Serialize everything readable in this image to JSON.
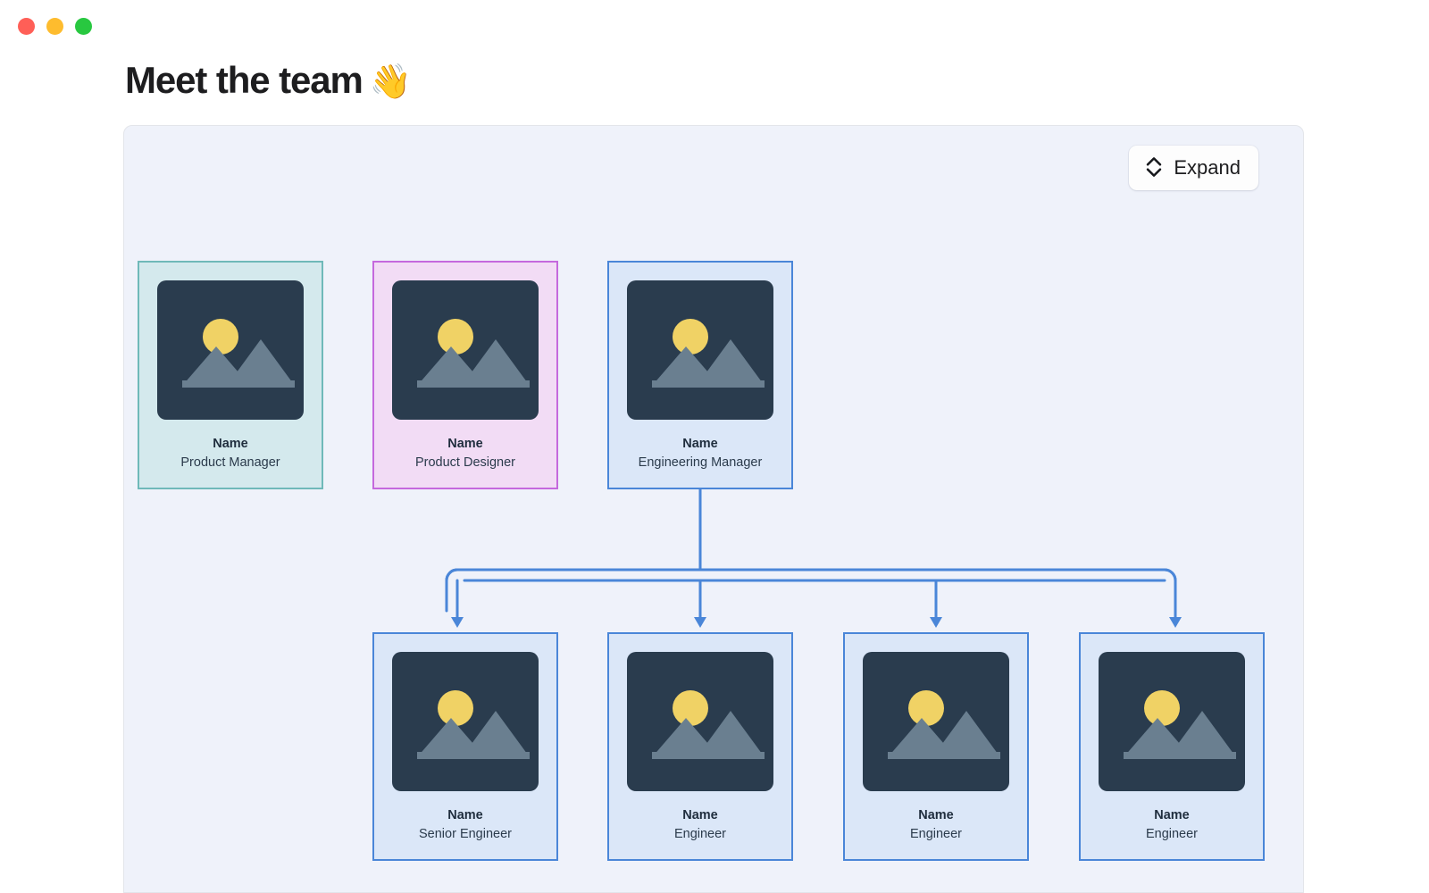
{
  "window": {
    "traffic_lights": [
      {
        "name": "close",
        "color": "#ff5f57"
      },
      {
        "name": "minimize",
        "color": "#febc2e"
      },
      {
        "name": "maximize",
        "color": "#28c840"
      }
    ]
  },
  "header": {
    "title": "Meet the team",
    "emoji": "👋"
  },
  "toolbar": {
    "expand_label": "Expand",
    "expand_icon": "chevron-up-down-icon"
  },
  "theme": {
    "canvas_bg": "#eff2fa",
    "connector": "#4a86d8",
    "teal_bg": "#d4e9ed",
    "teal_border": "#6fb9b9",
    "pink_bg": "#f2dcf5",
    "pink_border": "#c569dd",
    "blue_bg": "#dbe7f8",
    "blue_border": "#4a86d8",
    "avatar_bg": "#2a3c4e",
    "avatar_sun": "#f0d265",
    "avatar_mountain": "#6a7f90"
  },
  "chart_data": {
    "type": "diagram",
    "title": "Meet the team",
    "layout": "org-chart",
    "nodes": [
      {
        "id": "pm",
        "name": "Name",
        "role": "Product Manager",
        "theme": "teal",
        "row": 1,
        "col": 1
      },
      {
        "id": "pd",
        "name": "Name",
        "role": "Product Designer",
        "theme": "pink",
        "row": 1,
        "col": 2
      },
      {
        "id": "em",
        "name": "Name",
        "role": "Engineering Manager",
        "theme": "blue",
        "row": 1,
        "col": 3
      },
      {
        "id": "se1",
        "name": "Name",
        "role": "Senior Engineer",
        "theme": "blue",
        "row": 2,
        "col": 1
      },
      {
        "id": "e1",
        "name": "Name",
        "role": "Engineer",
        "theme": "blue",
        "row": 2,
        "col": 2
      },
      {
        "id": "e2",
        "name": "Name",
        "role": "Engineer",
        "theme": "blue",
        "row": 2,
        "col": 3
      },
      {
        "id": "e3",
        "name": "Name",
        "role": "Engineer",
        "theme": "blue",
        "row": 2,
        "col": 4
      }
    ],
    "edges": [
      {
        "from": "em",
        "to": "se1"
      },
      {
        "from": "em",
        "to": "e1"
      },
      {
        "from": "em",
        "to": "e2"
      },
      {
        "from": "em",
        "to": "e3"
      }
    ]
  },
  "cards": {
    "row1": [
      {
        "name": "Name",
        "role": "Product Manager",
        "avatar": "image-placeholder-icon"
      },
      {
        "name": "Name",
        "role": "Product Designer",
        "avatar": "image-placeholder-icon"
      },
      {
        "name": "Name",
        "role": "Engineering Manager",
        "avatar": "image-placeholder-icon"
      }
    ],
    "row2": [
      {
        "name": "Name",
        "role": "Senior Engineer",
        "avatar": "image-placeholder-icon"
      },
      {
        "name": "Name",
        "role": "Engineer",
        "avatar": "image-placeholder-icon"
      },
      {
        "name": "Name",
        "role": "Engineer",
        "avatar": "image-placeholder-icon"
      },
      {
        "name": "Name",
        "role": "Engineer",
        "avatar": "image-placeholder-icon"
      }
    ]
  }
}
